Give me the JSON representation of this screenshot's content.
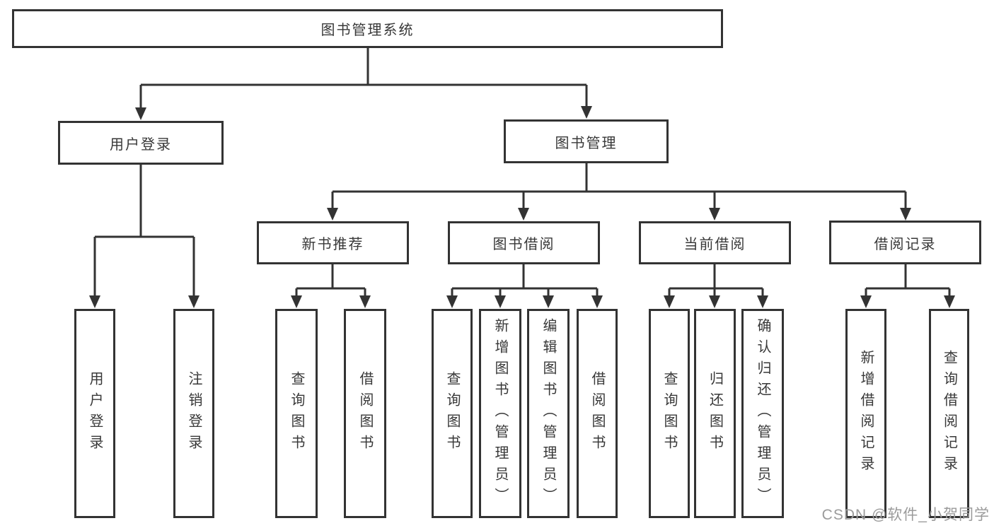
{
  "diagram": {
    "type": "hierarchy-tree",
    "colors": {
      "line": "#333333",
      "node_border": "#333333",
      "node_fill": "#ffffff",
      "text": "#383838",
      "watermark": "#9b9b9b",
      "background": "#ffffff"
    },
    "tree": {
      "label": "图书管理系统",
      "children": [
        {
          "label": "用户登录",
          "children": [
            {
              "label": "用户登录"
            },
            {
              "label": "注销登录"
            }
          ]
        },
        {
          "label": "图书管理",
          "children": [
            {
              "label": "新书推荐",
              "children": [
                {
                  "label": "查询图书"
                },
                {
                  "label": "借阅图书"
                }
              ]
            },
            {
              "label": "图书借阅",
              "children": [
                {
                  "label": "查询图书"
                },
                {
                  "label": "新增图书（管理员）"
                },
                {
                  "label": "编辑图书（管理员）"
                },
                {
                  "label": "借阅图书"
                }
              ]
            },
            {
              "label": "当前借阅",
              "children": [
                {
                  "label": "查询图书"
                },
                {
                  "label": "归还图书"
                },
                {
                  "label": "确认归还（管理员）"
                }
              ]
            },
            {
              "label": "借阅记录",
              "children": [
                {
                  "label": "新增借阅记录"
                },
                {
                  "label": "查询借阅记录"
                }
              ]
            }
          ]
        }
      ]
    }
  },
  "watermark": {
    "text": "CSDN @软件_小贺同学"
  }
}
